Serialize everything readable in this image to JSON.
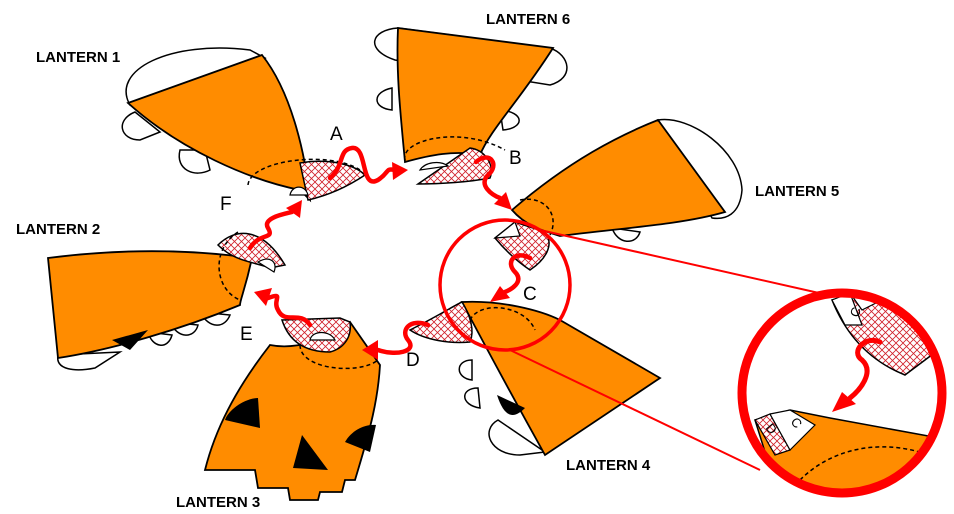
{
  "colors": {
    "lantern_fill": "#ff8c00",
    "arrow": "#ff0000",
    "hatch": "#e0202a",
    "outline": "#000000",
    "zoom_circle": "#ff0000"
  },
  "lanterns": [
    {
      "label": "LANTERN 1"
    },
    {
      "label": "LANTERN 2"
    },
    {
      "label": "LANTERN 3"
    },
    {
      "label": "LANTERN 4"
    },
    {
      "label": "LANTERN 5"
    },
    {
      "label": "LANTERN 6"
    }
  ],
  "joins": [
    {
      "label": "A"
    },
    {
      "label": "B"
    },
    {
      "label": "C"
    },
    {
      "label": "D"
    },
    {
      "label": "E"
    },
    {
      "label": "F"
    }
  ],
  "zoom": {
    "tab_labels": [
      "C",
      "B",
      "D",
      "C"
    ]
  }
}
